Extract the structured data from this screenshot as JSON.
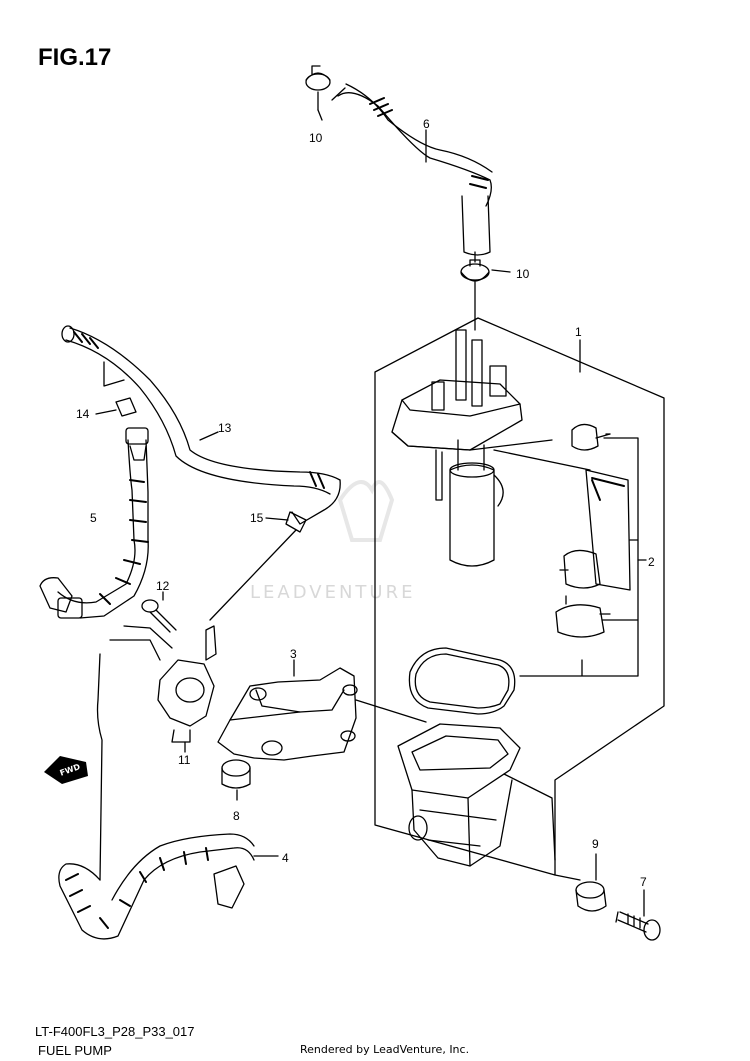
{
  "figure": {
    "title": "FIG.17",
    "code": "LT-F400FL3_P28_P33_017",
    "caption": "FUEL PUMP",
    "credit": "Rendered by LeadVenture, Inc."
  },
  "watermark": {
    "text": "LEADVENTURE"
  },
  "fwd_label": "FWD",
  "callouts": {
    "c1": "1",
    "c2": "2",
    "c3": "3",
    "c4": "4",
    "c5": "5",
    "c6": "6",
    "c7": "7",
    "c8": "8",
    "c9": "9",
    "c10a": "10",
    "c10b": "10",
    "c11": "11",
    "c12": "12",
    "c13": "13",
    "c14": "14",
    "c15": "15"
  }
}
